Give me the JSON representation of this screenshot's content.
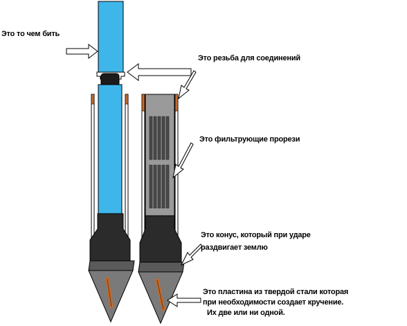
{
  "labels": {
    "strike": "Это то чем бить",
    "thread": "Это резьба для соединений",
    "filter": "Это фильтрующие прорези",
    "cone_line1": "Это конус, который при ударе",
    "cone_line2": "раздвигает землю",
    "plate_line1": "Это пластина из твердой стали которая",
    "plate_line2": "при необходимости создает кручение.",
    "plate_line3": "Их две или ни одной."
  },
  "colors": {
    "rod_blue": "#3fb6ea",
    "tube_gray": "#9a9a9a",
    "slot_dark": "#4a4a4a",
    "cone_body": "#2b2b2b",
    "cone_band": "#5a5a5a",
    "copper": "#c46a2a",
    "arrow_fill": "#ffffff"
  }
}
